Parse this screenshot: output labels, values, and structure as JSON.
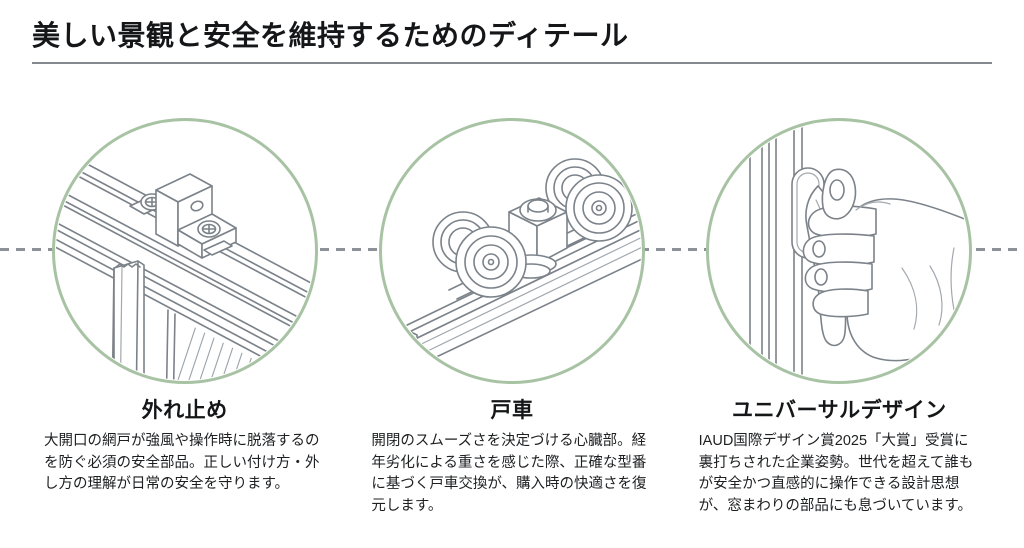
{
  "header": {
    "title": "美しい景観と安全を維持するためのディテール"
  },
  "theme": {
    "background": "#ffffff",
    "circle_border_green": "#a8c3a4",
    "line_art_gray": "#7b8289",
    "dashed_line_gray": "#8b9197",
    "title_underline_gray": "#85898e",
    "text_color": "#1d1f21"
  },
  "sections": [
    {
      "label": "外れ止め",
      "description": "大開口の網戸が強風や操作時に脱落するのを防ぐ必須の安全部品。正しい付け方・外し方の理解が日常の安全を守ります。",
      "icon": "screen-stopper-illustration-icon"
    },
    {
      "label": "戸車",
      "description": "開閉のスムーズさを決定づける心臓部。経年劣化による重さを感じた際、正確な型番に基づく戸車交換が、購入時の快適さを復元します。",
      "icon": "door-roller-illustration-icon"
    },
    {
      "label": "ユニバーサルデザイン",
      "description": "IAUD国際デザイン賞2025「大賞」受賞に裏打ちされた企業姿勢。世代を超えて誰もが安全かつ直感的に操作できる設計思想が、窓まわりの部品にも息づいています。",
      "icon": "universal-design-handle-illustration-icon"
    }
  ]
}
